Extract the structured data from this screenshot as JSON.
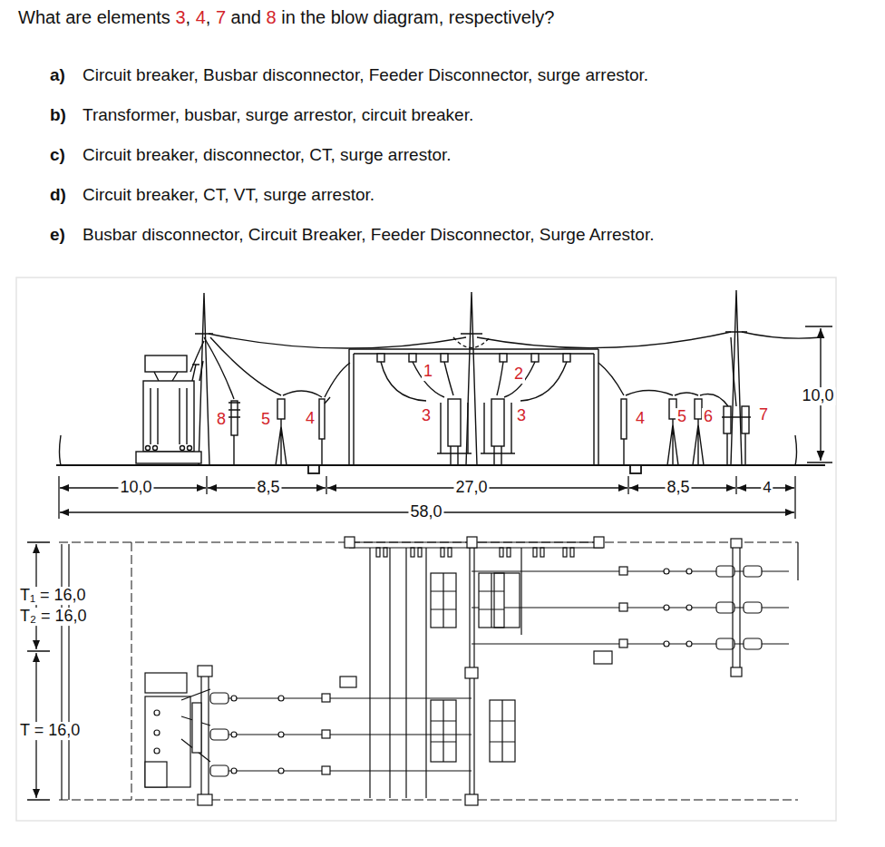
{
  "diagram": {
    "title": "What are elements 3, 4, 7 and 8 in the blow diagram, respectively?",
    "labels": [
      "a)",
      "Circuit breaker, Busbar disconnector, Feeder Disconnector, surge arrestor.",
      "b)",
      "Transformer, busbar, surge arrestor, circuit breaker.",
      "c)",
      "Circuit breaker, disconnector, CT, surge arrestor.",
      "d)",
      "Circuit breaker, CT, VT, surge arrestor.",
      "e)",
      "Busbar disconnector, Circuit Breaker, Feeder Disconnector, Surge Arrestor.",
      "1",
      "2",
      "8",
      "5",
      "4",
      "3",
      "3",
      "4",
      "5",
      "6",
      "7",
      "10,0",
      "10,0",
      "8,5",
      "27,0",
      "8,5",
      "4",
      "58,0",
      "T₁ = 16,0",
      "T₂ = 16,0",
      "T = 16,0"
    ]
  }
}
